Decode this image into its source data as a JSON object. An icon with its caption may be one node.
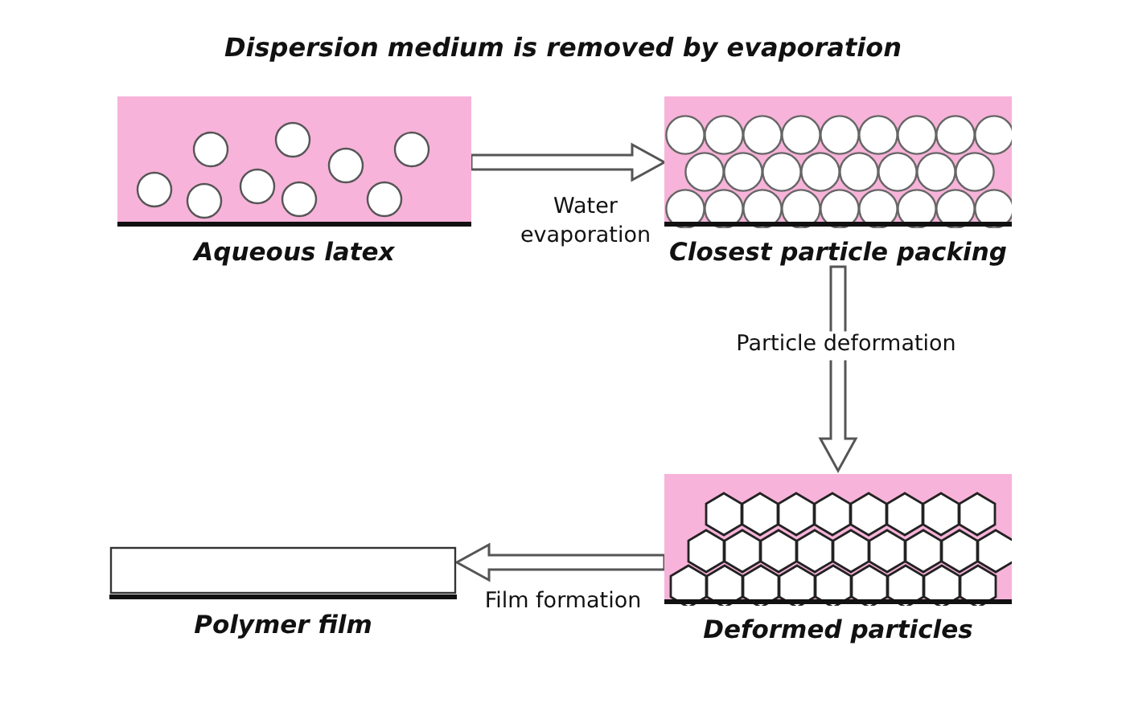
{
  "diagram": {
    "title": "Dispersion medium is removed by evaporation",
    "nodes": [
      {
        "text": [
          "Aqueous latex"
        ]
      },
      {
        "text": [
          "Closest particle packing"
        ]
      },
      {
        "text": [
          "Deformed particles"
        ]
      },
      {
        "text": [
          "Polymer film"
        ]
      }
    ],
    "edges": [
      {
        "from": 0,
        "to": 1,
        "arrow": "to",
        "label": "Water evaporation"
      },
      {
        "from": 1,
        "to": 2,
        "arrow": "to",
        "label": "Particle deformation"
      },
      {
        "from": 2,
        "to": 3,
        "arrow": "to",
        "label": "Film formation"
      }
    ]
  }
}
